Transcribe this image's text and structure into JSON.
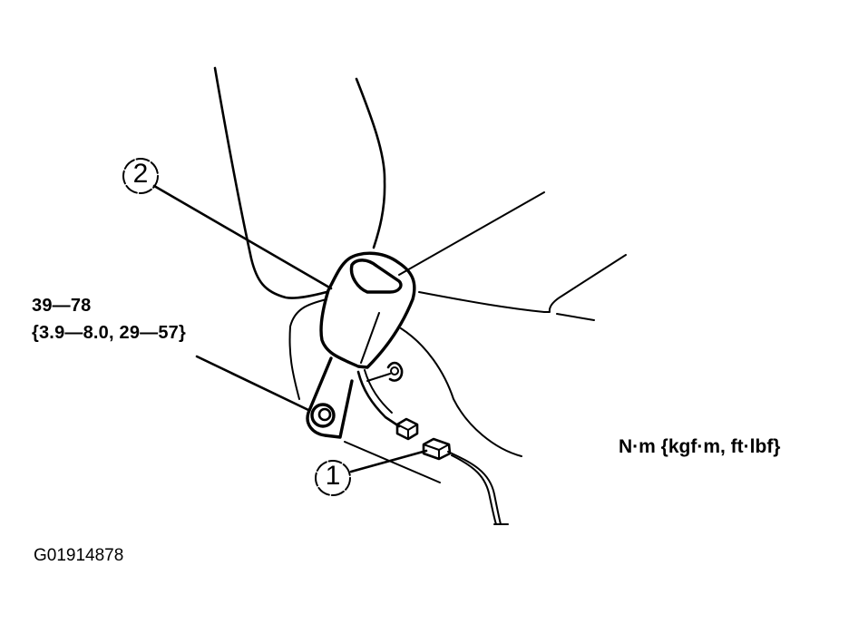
{
  "diagram": {
    "type": "service-manual-illustration",
    "subject": "seat belt buckle installation",
    "callouts": [
      {
        "number": "1",
        "label": "1",
        "target": "connector"
      },
      {
        "number": "2",
        "label": "2",
        "target": "buckle"
      }
    ],
    "torque_spec": {
      "line1": "39—78",
      "line2": "{3.9—8.0, 29—57}"
    },
    "units_label": "N·m {kgf·m, ft·lbf}",
    "figure_id": "G01914878"
  }
}
